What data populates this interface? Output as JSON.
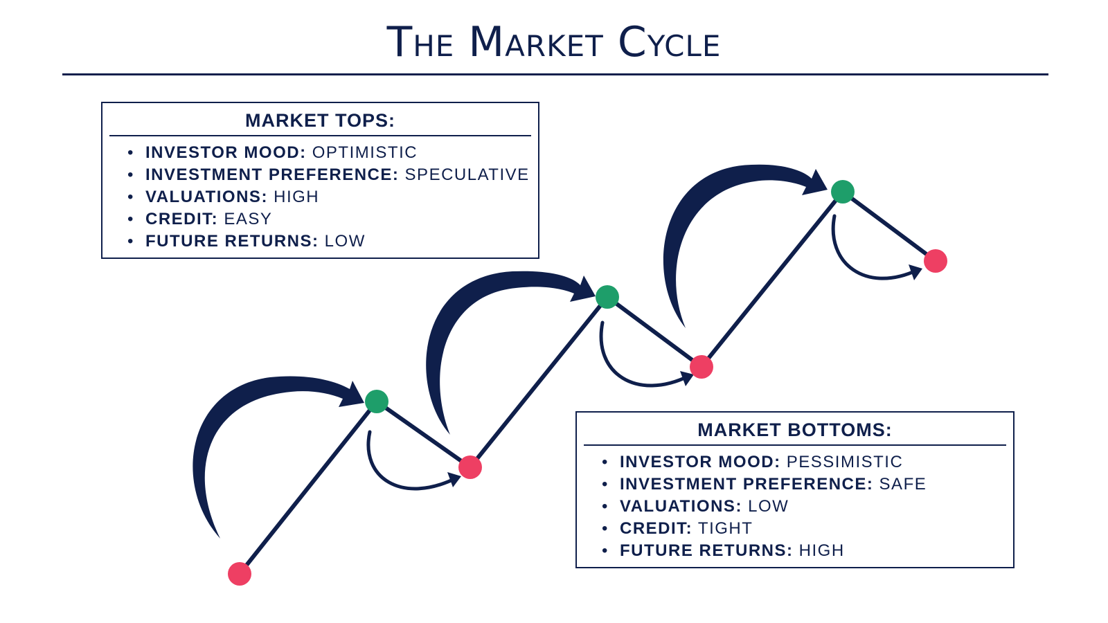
{
  "title": "The Market Cycle",
  "tops": {
    "heading": "MARKET TOPS:",
    "items": [
      {
        "key": "INVESTOR MOOD:",
        "value": "OPTIMISTIC"
      },
      {
        "key": "INVESTMENT PREFERENCE:",
        "value": "SPECULATIVE"
      },
      {
        "key": "VALUATIONS:",
        "value": "HIGH"
      },
      {
        "key": "CREDIT:",
        "value": "EASY"
      },
      {
        "key": "FUTURE RETURNS:",
        "value": "LOW"
      }
    ]
  },
  "bottoms": {
    "heading": "MARKET BOTTOMS:",
    "items": [
      {
        "key": "INVESTOR MOOD:",
        "value": "PESSIMISTIC"
      },
      {
        "key": "INVESTMENT PREFERENCE:",
        "value": "SAFE"
      },
      {
        "key": "VALUATIONS:",
        "value": "LOW"
      },
      {
        "key": "CREDIT:",
        "value": "TIGHT"
      },
      {
        "key": "FUTURE RETURNS:",
        "value": "HIGH"
      }
    ]
  },
  "colors": {
    "navy": "#0f1f4b",
    "top_point": "#1e9e6a",
    "bottom_point": "#ee3f63"
  }
}
